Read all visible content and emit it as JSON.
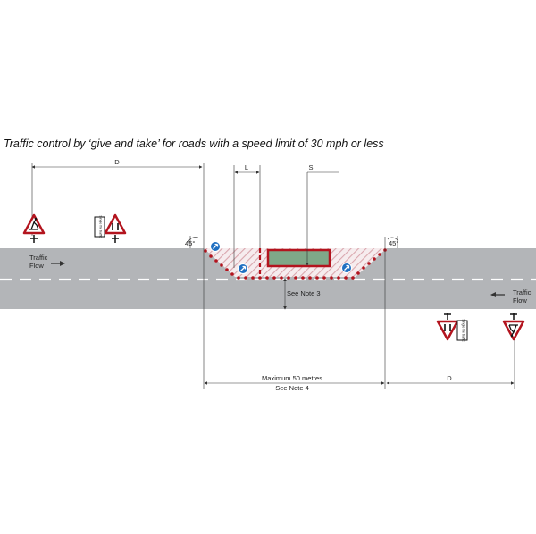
{
  "title": "Traffic control by ‘give and take’ for roads with a speed limit of 30 mph or less",
  "labels": {
    "d_left": "D",
    "d_right": "D",
    "l": "L",
    "s": "S",
    "angle_left": "45°",
    "angle_right": "45°",
    "note3": "See Note 3",
    "max_line1": "Maximum 50 metres",
    "max_line2": "See Note 4",
    "traffic_flow_left_1": "Traffic",
    "traffic_flow_left_2": "Flow",
    "traffic_flow_right_1": "Traffic",
    "traffic_flow_right_2": "Flow",
    "plate_text": "Single file traffic"
  },
  "colors": {
    "road": "#b3b5b8",
    "cone_red": "#b3141e",
    "works_green": "#7fa888",
    "sign_blue": "#1f6fc1",
    "hatch": "#d9a6ad"
  },
  "icons": [
    "roadworks-sign-icon",
    "narrow-road-sign-icon",
    "keep-left-sign-icon",
    "arrow-right-icon",
    "arrow-left-icon"
  ]
}
